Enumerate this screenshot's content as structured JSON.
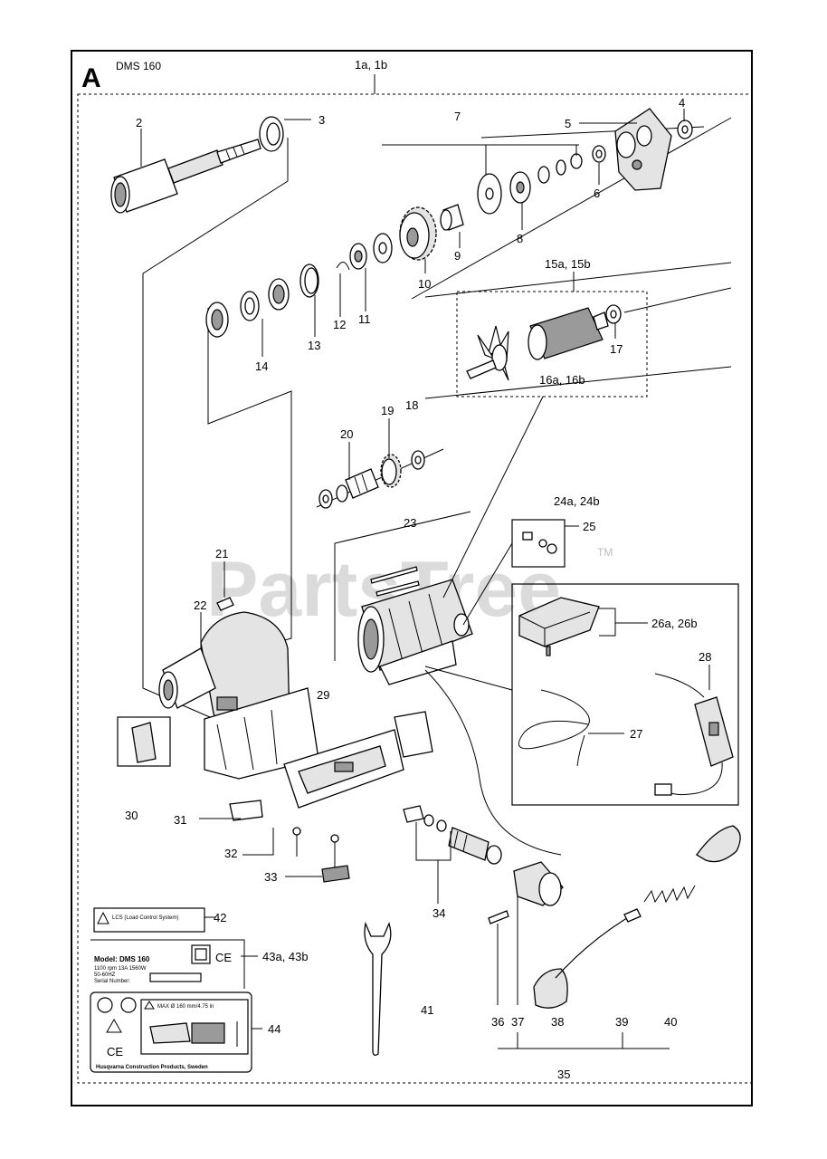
{
  "page": {
    "section_letter": "A",
    "model": "DMS 160"
  },
  "watermark": {
    "text": "PartsTree",
    "tm": "TM"
  },
  "labels": {
    "l1ab": "1a, 1b",
    "l2": "2",
    "l3": "3",
    "l4": "4",
    "l5": "5",
    "l6": "6",
    "l7": "7",
    "l8": "8",
    "l9": "9",
    "l10": "10",
    "l11": "11",
    "l12": "12",
    "l13": "13",
    "l14": "14",
    "l15ab": "15a, 15b",
    "l16ab": "16a, 16b",
    "l17": "17",
    "l18": "18",
    "l19": "19",
    "l20": "20",
    "l21": "21",
    "l22": "22",
    "l23": "23",
    "l24ab": "24a, 24b",
    "l25": "25",
    "l26ab": "26a, 26b",
    "l27": "27",
    "l28": "28",
    "l29": "29",
    "l30": "30",
    "l31": "31",
    "l32": "32",
    "l33": "33",
    "l34": "34",
    "l35": "35",
    "l36": "36",
    "l37": "37",
    "l38": "38",
    "l39": "39",
    "l40": "40",
    "l41": "41",
    "l42": "42",
    "l43ab": "43a, 43b",
    "l44": "44"
  },
  "decals": {
    "lcs_text": "LCS (Load Control System)",
    "model_line": "Model: DMS 160",
    "spec_line": "1100 rpm 13A 1560W",
    "freq_line": "50-60HZ",
    "serial_label": "Serial Number:",
    "ce_mark": "CE",
    "max_line": "MAX Ø 160 mm/4.75 in",
    "maker_line": "Husqvarna Construction Products, Sweden"
  }
}
